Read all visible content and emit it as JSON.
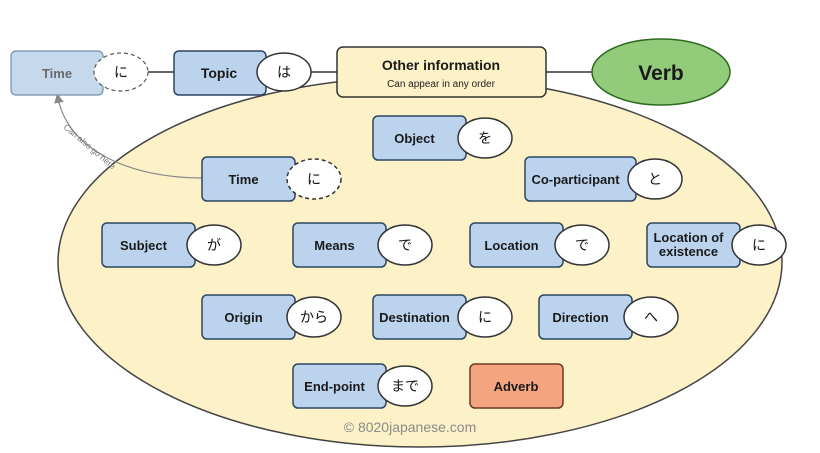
{
  "colors": {
    "box_fill": "#bcd3ee",
    "box_stroke": "#2b4560",
    "faded_box_fill": "#c6d8ec",
    "faded_box_stroke": "#6f8fb0",
    "oval_fill": "#fdf1c7",
    "oval_stroke": "#444444",
    "other_info_fill": "#fdf1c7",
    "verb_fill": "#92cc7a",
    "verb_stroke": "#2d6a1c",
    "adverb_fill": "#f4a57f",
    "particle_fill": "#ffffff",
    "connector": "#333333",
    "arrow": "#888888",
    "watermark": "#8a8a8a"
  },
  "top_row": {
    "time": {
      "label": "Time",
      "particle": "に",
      "particle_dashed": true
    },
    "topic": {
      "label": "Topic",
      "particle": "は"
    },
    "other_info": {
      "title": "Other information",
      "subtitle": "Can appear in any order"
    },
    "verb": {
      "label": "Verb"
    }
  },
  "arrow_note": "Can also go here",
  "components": [
    {
      "id": "object",
      "label": "Object",
      "particle": "を"
    },
    {
      "id": "time",
      "label": "Time",
      "particle": "に",
      "particle_dashed": true
    },
    {
      "id": "co-participant",
      "label": "Co-participant",
      "particle": "と"
    },
    {
      "id": "subject",
      "label": "Subject",
      "particle": "が"
    },
    {
      "id": "means",
      "label": "Means",
      "particle": "で"
    },
    {
      "id": "location",
      "label": "Location",
      "particle": "で"
    },
    {
      "id": "location-of-existence",
      "label_lines": [
        "Location of",
        "existence"
      ],
      "particle": "に"
    },
    {
      "id": "origin",
      "label": "Origin",
      "particle": "から"
    },
    {
      "id": "destination",
      "label": "Destination",
      "particle": "に"
    },
    {
      "id": "direction",
      "label": "Direction",
      "particle": "へ"
    },
    {
      "id": "end-point",
      "label": "End-point",
      "particle": "まで"
    }
  ],
  "adverb": {
    "label": "Adverb"
  },
  "watermark": "© 8020japanese.com"
}
